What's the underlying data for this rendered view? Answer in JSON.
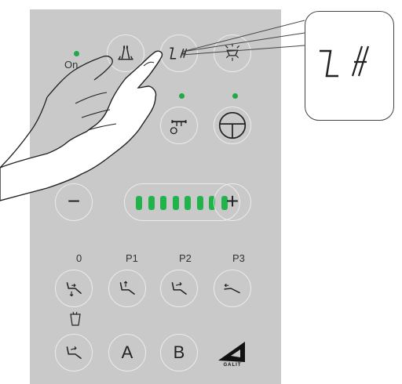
{
  "panel": {
    "background_color": "#c9c9c9",
    "indicator_color": "#22a84a",
    "level_segment_color": "#22b34a"
  },
  "row1": {
    "on_label": "On",
    "buttons": [
      {
        "name": "instrument-button",
        "icon": "instrument-holder-icon"
      },
      {
        "name": "chair-return-button",
        "icon": "chair-return-icon"
      },
      {
        "name": "light-button",
        "icon": "operating-light-icon"
      }
    ]
  },
  "row2": {
    "buttons": [
      {
        "name": "cup-fill-button",
        "icon": "cup-fill-icon"
      },
      {
        "name": "foot-control-button",
        "icon": "foot-control-icon"
      }
    ]
  },
  "level": {
    "minus_label": "−",
    "plus_label": "+",
    "segments_on": 8,
    "segments_total": 8
  },
  "positions": {
    "labels": [
      "0",
      "P1",
      "P2",
      "P3"
    ]
  },
  "bottom_row": {
    "a_label": "A",
    "b_label": "B",
    "brand_label": "GALIT"
  },
  "callout": {
    "icon": "chair-return-icon"
  }
}
